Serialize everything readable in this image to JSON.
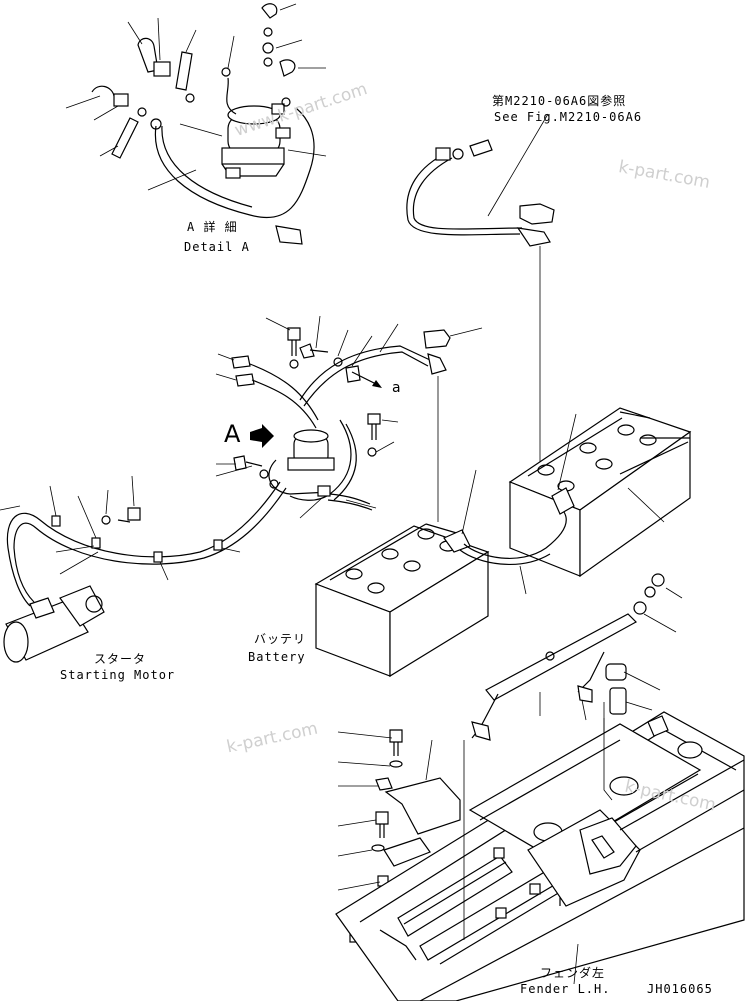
{
  "labels": {
    "detail_a_jp": "A 詳 細",
    "detail_a_en": "Detail A",
    "ref_jp": "第M2210-06A6図参照",
    "ref_en": "See Fig.M2210-06A6",
    "battery_jp": "バッテリ",
    "battery_en": "Battery",
    "starter_jp": "スタータ",
    "starter_en": "Starting Motor",
    "fender_jp": "フェンダ左",
    "fender_en": "Fender L.H.",
    "drawing_no": "JH016065",
    "view_marker": "A",
    "pointer_a": "a"
  },
  "watermarks": [
    "www.k-part.com",
    "k-part.com",
    "k-part.com",
    "k-part.com"
  ]
}
